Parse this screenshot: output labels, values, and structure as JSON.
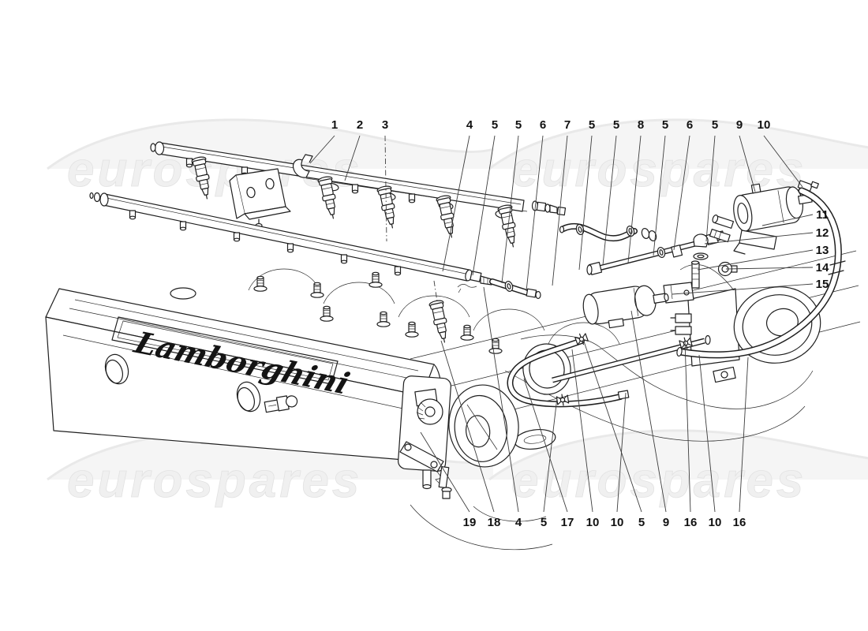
{
  "watermark": {
    "text": "eurospares"
  },
  "engine": {
    "valve_cover_script": "Lamborghini"
  },
  "callouts": {
    "top": [
      "1",
      "2",
      "3",
      "4",
      "5",
      "5",
      "6",
      "7",
      "5",
      "5",
      "8",
      "5",
      "6",
      "5",
      "9",
      "10"
    ],
    "right": [
      "11",
      "12",
      "13",
      "14",
      "15"
    ],
    "bottom": [
      "19",
      "18",
      "4",
      "5",
      "17",
      "10",
      "10",
      "5",
      "9",
      "16",
      "10",
      "16"
    ]
  }
}
